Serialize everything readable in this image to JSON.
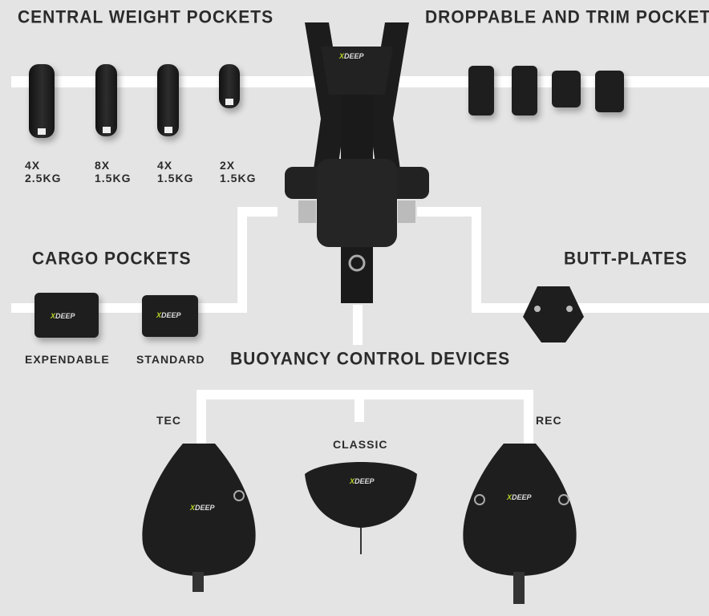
{
  "sections": {
    "central_weight_pockets": "CENTRAL WEIGHT POCKETS",
    "droppable_trim_pockets": "DROPPABLE AND TRIM POCKETS",
    "cargo_pockets": "CARGO POCKETS",
    "butt_plates": "BUTT-PLATES",
    "bcd": "BUOYANCY CONTROL DEVICES"
  },
  "weight_pockets": [
    {
      "qty": "4X",
      "weight": "2.5KG"
    },
    {
      "qty": "8X",
      "weight": "1.5KG"
    },
    {
      "qty": "4X",
      "weight": "1.5KG"
    },
    {
      "qty": "2X",
      "weight": "1.5KG"
    }
  ],
  "cargo": [
    "EXPENDABLE",
    "STANDARD"
  ],
  "bcd_types": [
    "TEC",
    "CLASSIC",
    "REC"
  ],
  "brand_logo": "XDEEP",
  "colors": {
    "background": "#e4e4e4",
    "accent": "#b6d42a",
    "text": "#2b2b2b"
  }
}
